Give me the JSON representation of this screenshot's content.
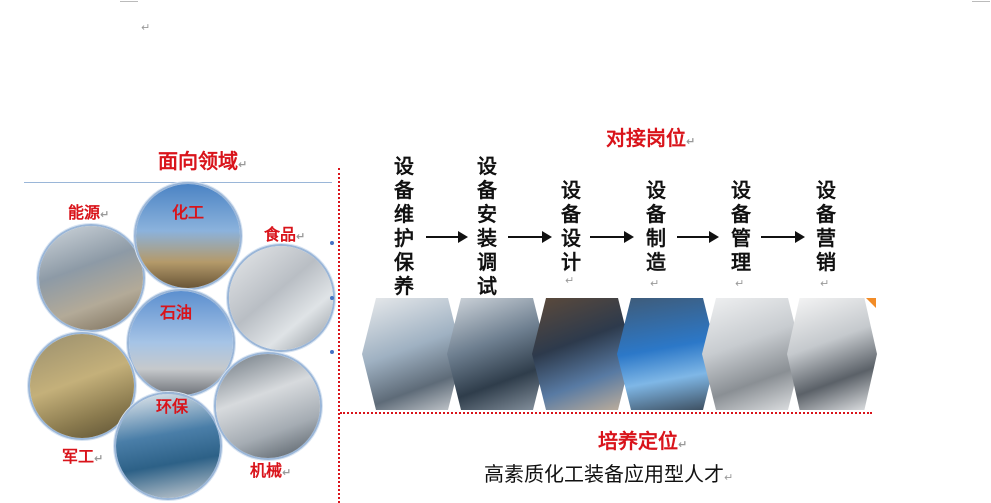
{
  "paragraph_mark": "↵",
  "left_section": {
    "title": "面向领域",
    "domains": [
      {
        "label": "能源"
      },
      {
        "label": "化工"
      },
      {
        "label": "食品"
      },
      {
        "label": "石油"
      },
      {
        "label": "军工"
      },
      {
        "label": "环保"
      },
      {
        "label": "机械"
      }
    ]
  },
  "right_section": {
    "title": "对接岗位",
    "positions": [
      {
        "chars": [
          "设",
          "备",
          "维",
          "护",
          "保",
          "养"
        ]
      },
      {
        "chars": [
          "设",
          "备",
          "安",
          "装",
          "调",
          "试"
        ]
      },
      {
        "chars": [
          "设",
          "备",
          "设",
          "计"
        ]
      },
      {
        "chars": [
          "设",
          "备",
          "制",
          "造"
        ]
      },
      {
        "chars": [
          "设",
          "备",
          "管",
          "理"
        ]
      },
      {
        "chars": [
          "设",
          "备",
          "营",
          "销"
        ]
      }
    ]
  },
  "bottom_section": {
    "title": "培养定位",
    "subtitle": "高素质化工装备应用型人才"
  },
  "colors": {
    "title_red": "#d9141b",
    "divider_red": "#d9141b",
    "circle_border": "#9ab6d8"
  }
}
